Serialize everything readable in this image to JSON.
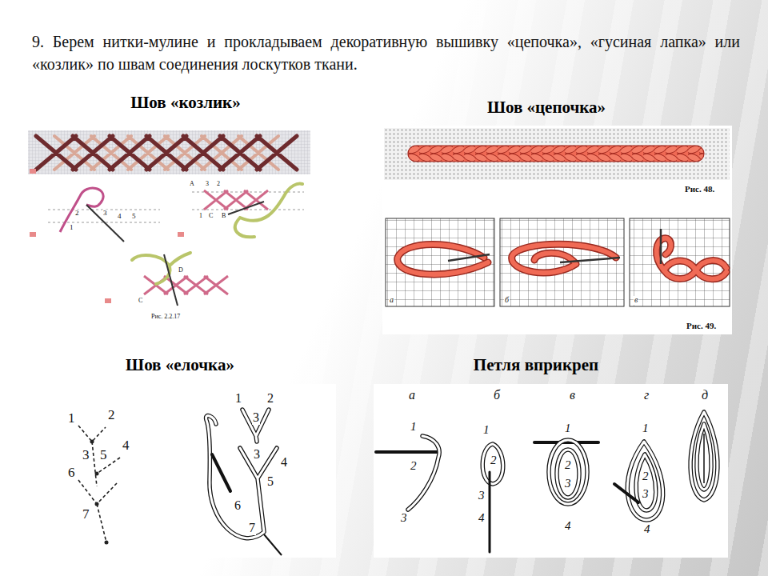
{
  "diagram": {
    "title": "9. Берем нитки-мулине и прокладываем декоративную вышивку «цепочка», «гусиная лапка» или «козлик» по швам соединения лоскутков ткани.",
    "nodes": [
      {
        "text": [
          "Шов «козлик»"
        ]
      },
      {
        "text": [
          "Шов «цепочка»"
        ]
      },
      {
        "text": [
          "Шов «елочка»"
        ]
      },
      {
        "text": [
          "Петля вприкреп"
        ]
      }
    ],
    "labels": [
      "Рис. 2.2.17",
      "1",
      "2",
      "3",
      "4",
      "5",
      "A",
      "3",
      "2",
      "1",
      "C",
      "B",
      "D",
      "C",
      "Рис. 48.",
      "а",
      "б",
      "в",
      "Рис. 49.",
      "1",
      "2",
      "3",
      "4",
      "5",
      "6",
      "7",
      "1",
      "2",
      "3",
      "3",
      "4",
      "5",
      "6",
      "7",
      "а",
      "б",
      "в",
      "г",
      "д",
      "1",
      "2",
      "3",
      "1",
      "2",
      "3",
      "4",
      "1",
      "2",
      "3",
      "4",
      "1",
      "2",
      "3",
      "4"
    ]
  }
}
